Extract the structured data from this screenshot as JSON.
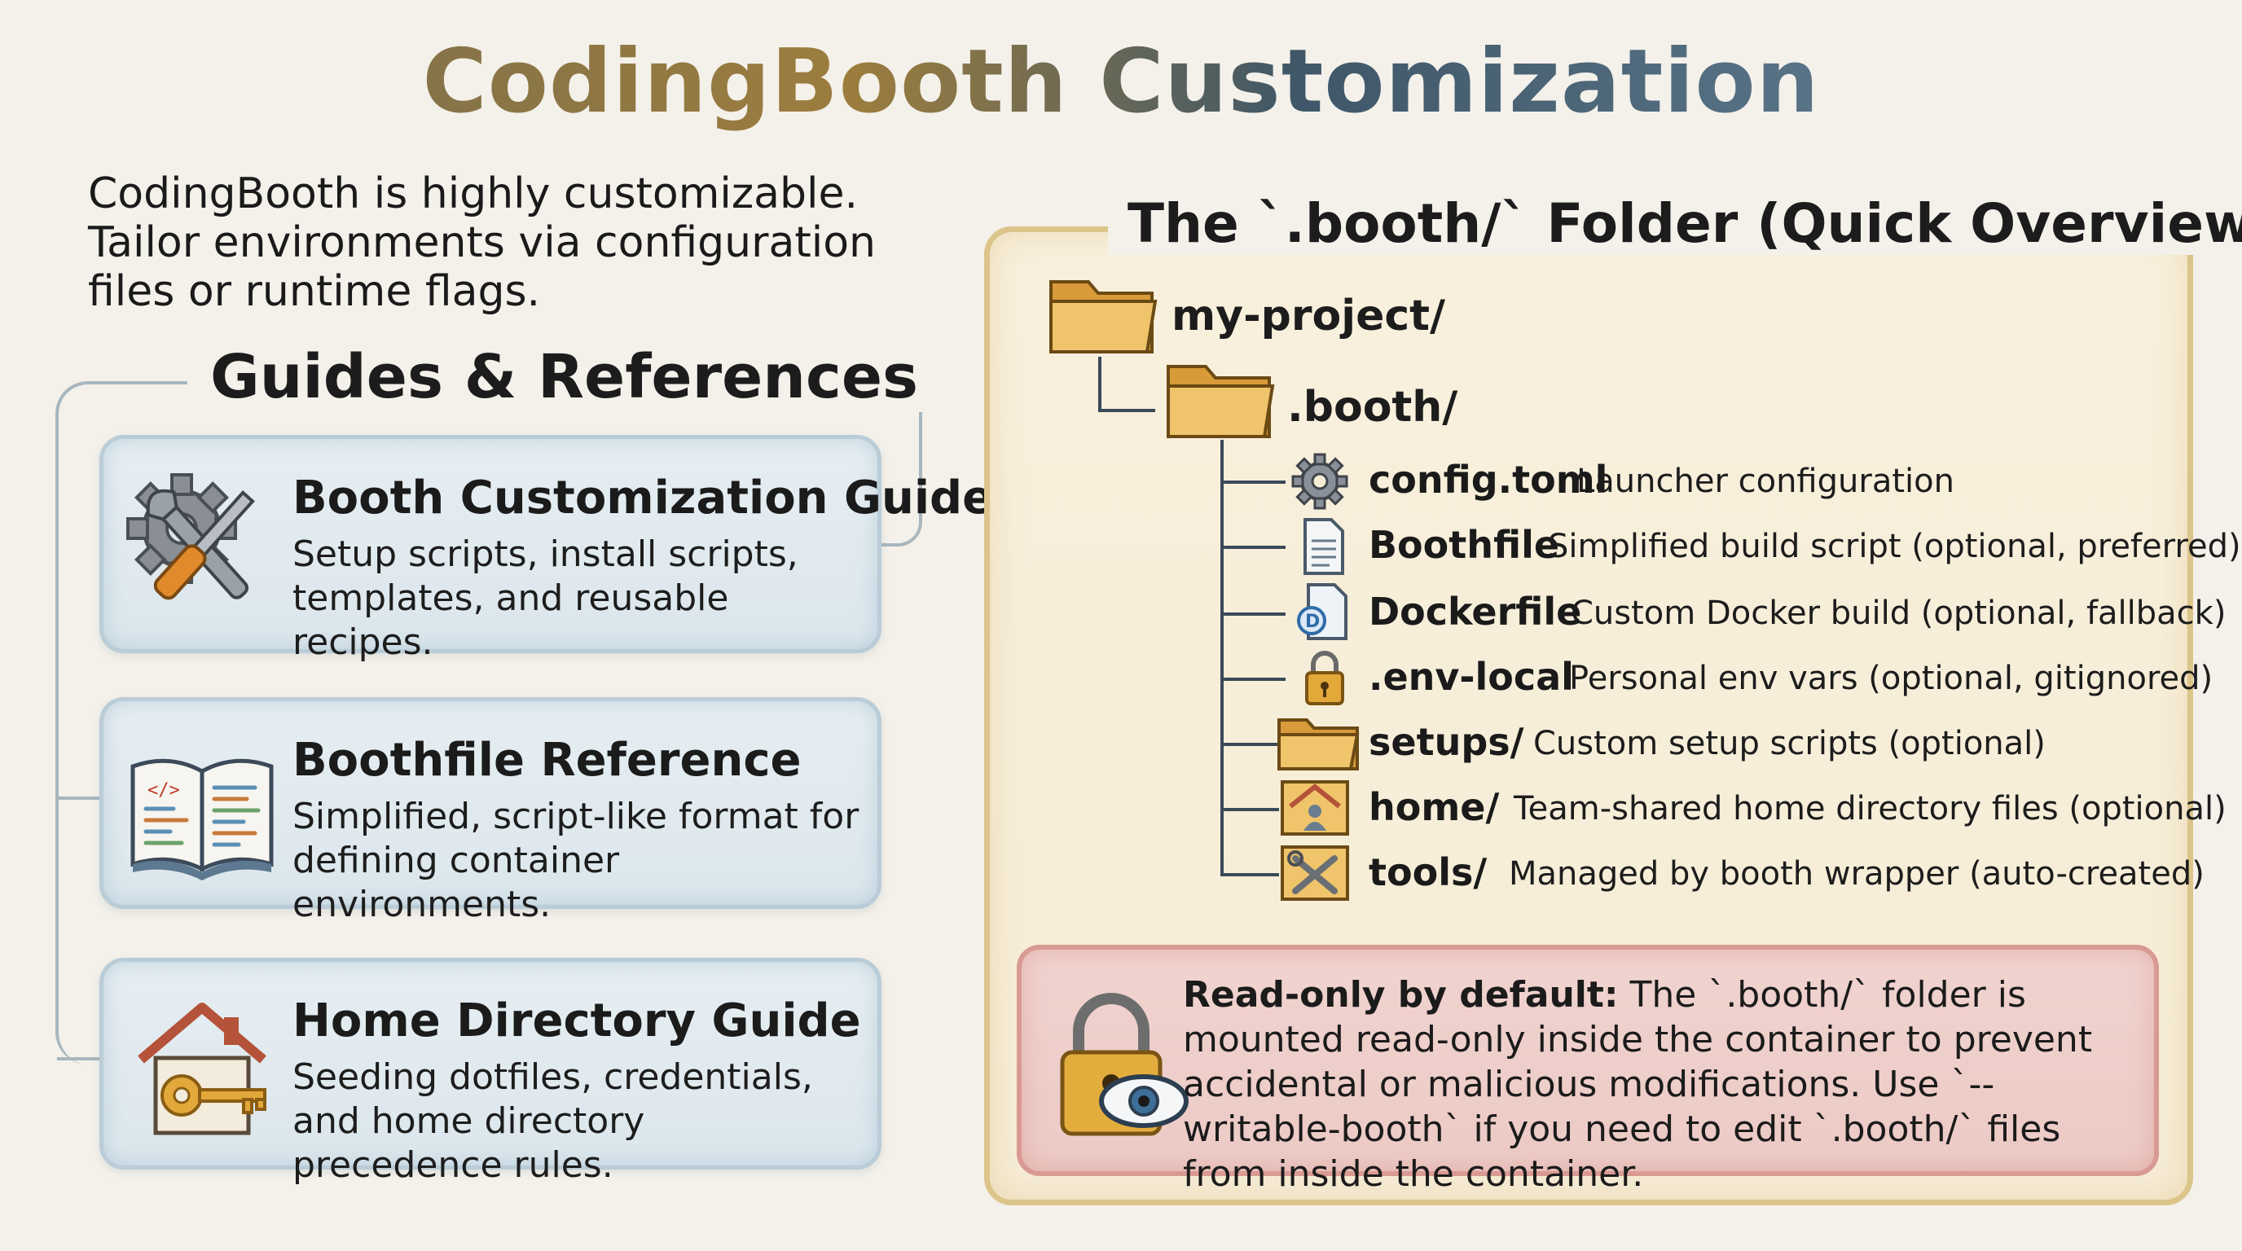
{
  "title": "CodingBooth Customization",
  "intro": "CodingBooth is highly customizable. Tailor environments via configuration files or runtime flags.",
  "guides": {
    "heading": "Guides & References",
    "items": [
      {
        "title": "Booth Customization Guide",
        "desc": "Setup scripts, install scripts, templates, and reusable recipes.",
        "icon": "gear-wrench-icon"
      },
      {
        "title": "Boothfile Reference",
        "desc": "Simplified, script-like format for defining container environments.",
        "icon": "open-book-icon"
      },
      {
        "title": "Home Directory Guide",
        "desc": "Seeding dotfiles, credentials, and home directory precedence rules.",
        "icon": "house-key-icon"
      }
    ]
  },
  "overview": {
    "heading": "The `.booth/` Folder (Quick Overview)",
    "root": "my-project/",
    "booth": ".booth/",
    "entries": [
      {
        "name": "config.toml",
        "desc": "Launcher configuration",
        "icon": "gear-icon"
      },
      {
        "name": "Boothfile",
        "desc": "Simplified build script (optional, preferred)",
        "icon": "document-icon"
      },
      {
        "name": "Dockerfile",
        "desc": "Custom Docker build (optional, fallback)",
        "icon": "docker-file-icon"
      },
      {
        "name": ".env-local",
        "desc": "Personal env vars (optional, gitignored)",
        "icon": "lock-icon"
      },
      {
        "name": "setups/",
        "desc": "Custom setup scripts (optional)",
        "icon": "folder-icon"
      },
      {
        "name": "home/",
        "desc": "Team-shared home directory files (optional)",
        "icon": "home-folder-icon"
      },
      {
        "name": "tools/",
        "desc": "Managed by booth wrapper (auto-created)",
        "icon": "tools-folder-icon"
      }
    ]
  },
  "notice": {
    "bold": "Read-only by default:",
    "text": " The `.booth/` folder is mounted read-only inside the container to prevent accidental or malicious modifications. Use `--writable-booth` if you need to edit `.booth/` files from inside the container."
  }
}
